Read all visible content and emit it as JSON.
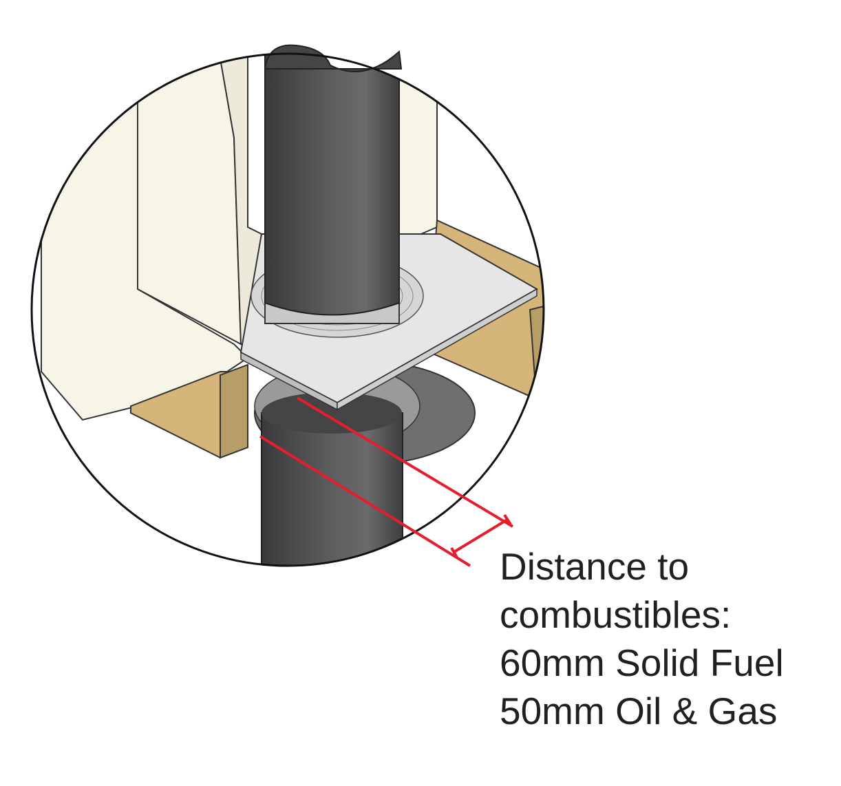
{
  "annotation": {
    "lines": [
      "Distance to",
      "combustibles:",
      "60mm Solid Fuel",
      "50mm Oil & Gas"
    ]
  },
  "colors": {
    "accent_red": "#e31e2d",
    "pipe_dark": "#4d4d4f",
    "wood": "#d6b57a",
    "wall": "#f7f5e8",
    "plate": "#e6e6e6"
  }
}
